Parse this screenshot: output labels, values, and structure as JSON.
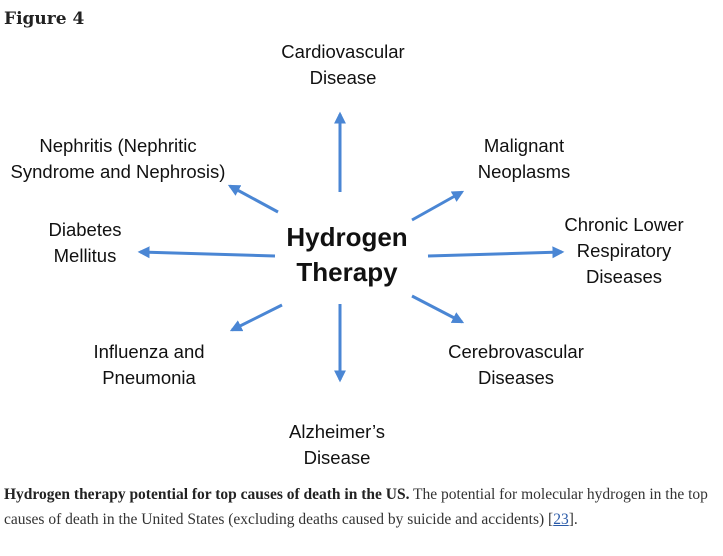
{
  "figure_label": "Figure 4",
  "center": {
    "line1": "Hydrogen",
    "line2": "Therapy"
  },
  "nodes": {
    "cardiovascular": [
      "Cardiovascular",
      "Disease"
    ],
    "malignant": [
      "Malignant",
      "Neoplasms"
    ],
    "respiratory": [
      "Chronic Lower",
      "Respiratory",
      "Diseases"
    ],
    "cerebrovascular": [
      "Cerebrovascular",
      "Diseases"
    ],
    "alzheimers": [
      "Alzheimer’s",
      "Disease"
    ],
    "influenza": [
      "Influenza and",
      "Pneumonia"
    ],
    "diabetes": [
      "Diabetes",
      "Mellitus"
    ],
    "nephritis": [
      "Nephritis (Nephritic",
      "Syndrome and Nephrosis)"
    ]
  },
  "colors": {
    "arrow": "#4a86d4"
  },
  "caption": {
    "bold": "Hydrogen therapy potential for top causes of death in the US.",
    "text_before_ref": " The potential for molecular hydrogen in the top causes of death in the United States (excluding deaths caused by suicide and accidents) [",
    "ref": "23",
    "text_after_ref": "]."
  }
}
